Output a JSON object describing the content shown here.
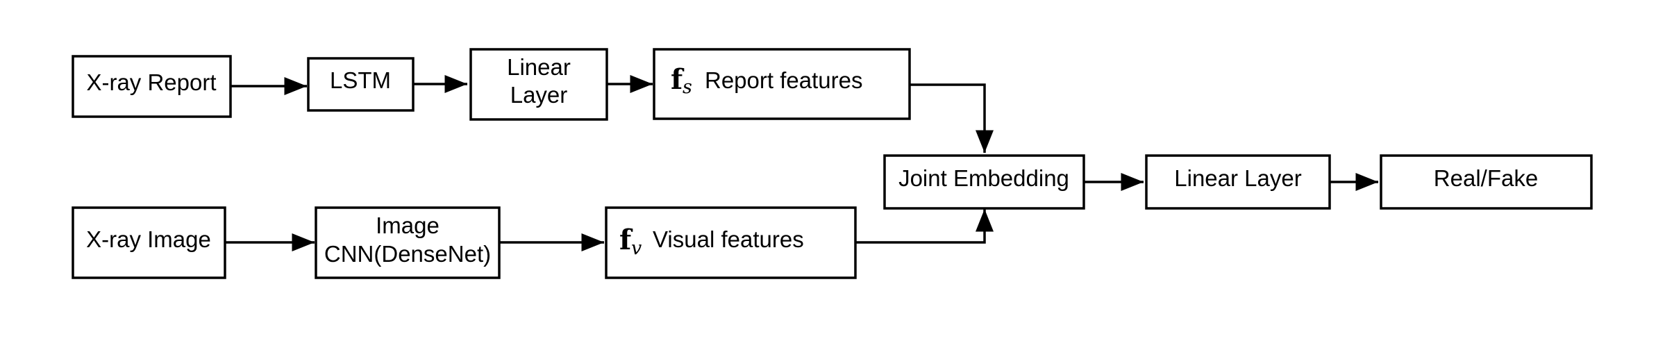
{
  "nodes": {
    "xray_report": {
      "label": "X-ray Report"
    },
    "lstm": {
      "label": "LSTM"
    },
    "linear_layer_top": {
      "line1": "Linear",
      "line2": "Layer"
    },
    "report_features": {
      "symbol": "f",
      "subscript": "s",
      "label": "Report features"
    },
    "joint_embedding": {
      "label": "Joint Embedding"
    },
    "linear_layer_right": {
      "label": "Linear Layer"
    },
    "real_fake": {
      "label": "Real/Fake"
    },
    "xray_image": {
      "label": "X-ray Image"
    },
    "image_cnn": {
      "line1": "Image",
      "line2": "CNN(DenseNet)"
    },
    "visual_features": {
      "symbol": "f",
      "subscript": "v",
      "label": "Visual features"
    }
  },
  "edges": [
    {
      "from": "xray_report",
      "to": "lstm"
    },
    {
      "from": "lstm",
      "to": "linear_layer_top"
    },
    {
      "from": "linear_layer_top",
      "to": "report_features"
    },
    {
      "from": "report_features",
      "to": "joint_embedding"
    },
    {
      "from": "xray_image",
      "to": "image_cnn"
    },
    {
      "from": "image_cnn",
      "to": "visual_features"
    },
    {
      "from": "visual_features",
      "to": "joint_embedding"
    },
    {
      "from": "joint_embedding",
      "to": "linear_layer_right"
    },
    {
      "from": "linear_layer_right",
      "to": "real_fake"
    }
  ]
}
